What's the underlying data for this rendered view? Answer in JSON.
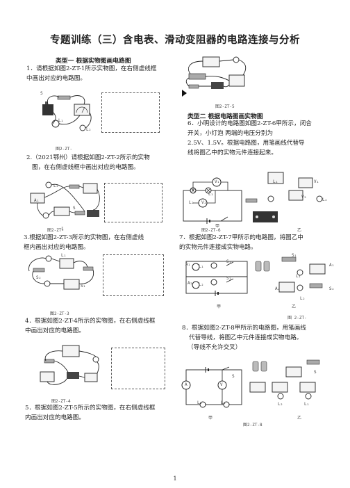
{
  "title": "专题训练（三）含电表、滑动变阻器的电路连接与分析",
  "type1": "类型一  根据实物图画电路图",
  "type2": "类型二  根据电路图画实物图",
  "q1": [
    "1．请根据如图2-ZT-1所示实物图，在右侧虚线框",
    "中画出对应的电路图。"
  ],
  "q2": [
    "2.（2021鄂州）请根据如图2-ZT-2所示的实物",
    "图，在右侧虚线框中画出对应的电路图。"
  ],
  "q3": [
    "3.根据如图2-ZT-3所示的实物图，在右侧虚线",
    "框内画出对应的电路图。"
  ],
  "q4": [
    "4．根据如图2-ZT-4所示的实物图，在右侧虚线框",
    "中画出对应的电路图。"
  ],
  "q5": [
    "5．根据如图2-ZT-5所示的实物图，在右侧虚线框",
    "内画出对应的电路图。"
  ],
  "q6": [
    "6．小明设计的电路图如图2-ZT-6甲所示，闭合",
    "开关，小灯泡   两端的电压分别为",
    "2.5V、1.5V。根据电路图，用笔画线代替导",
    "线将图乙中的实物元件连接起来。"
  ],
  "q7": [
    "7．根据如图2-ZT-7甲所示的电路图，将图乙中",
    "的实物元件连接成实物电路。"
  ],
  "q8": [
    "8．根据如图2-ZT-8甲所示的电路图，用笔画线",
    "代替导线，将图乙中元件连接成实物电路。",
    "（导线不允许交叉）"
  ],
  "captions": {
    "f1": "图2-ZT-",
    "f2": "图2-ZT-2",
    "f3": "图2-ZT-3",
    "f4": "图2-ZT-4",
    "f5": "图2-ZT-5",
    "f6": "图2-ZT-6",
    "f7": "图 2-ZT-",
    "f8": "图2-ZT-8"
  },
  "sub": {
    "jia": "甲",
    "yi": "乙"
  },
  "labels": {
    "S": "S",
    "S1": "S₁",
    "S2": "S₂",
    "L": "L",
    "L1": "L₁",
    "L2": "L₂",
    "A": "A",
    "A1": "A₁",
    "A2": "A₂",
    "V": "V",
    "V1": "V₁",
    "V2": "V₂"
  },
  "page_number": "1"
}
